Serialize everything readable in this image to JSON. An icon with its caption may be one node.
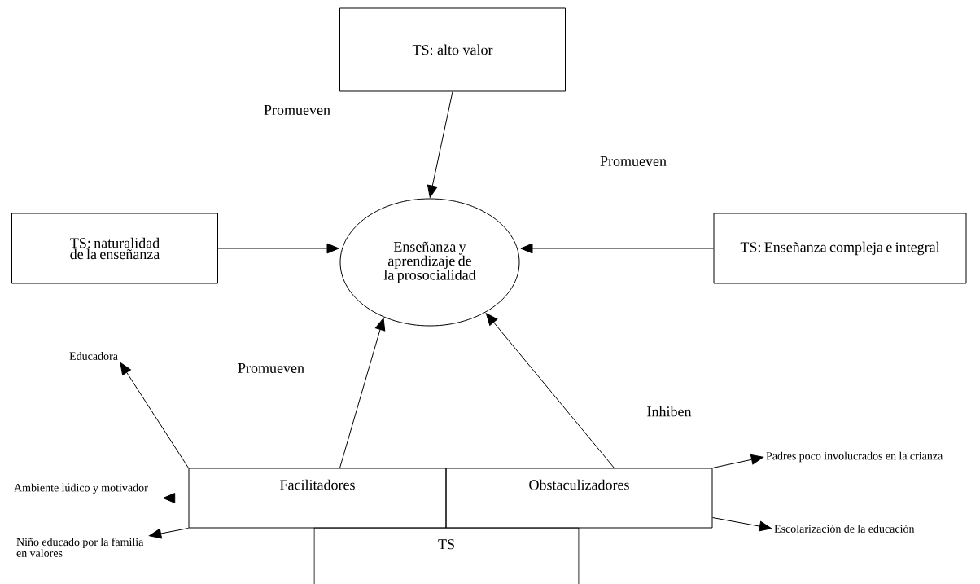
{
  "diagram": {
    "nodes": [
      {
        "text": [
          "TS: alto valor"
        ]
      },
      {
        "text": [
          "Enseñanza y aprendizaje de la prosocialidad"
        ]
      },
      {
        "text": [
          "TS: naturalidad de la enseñanza"
        ]
      },
      {
        "text": [
          "TS: Enseñanza compleja e integral"
        ]
      },
      {
        "text": [
          "Facilitadores"
        ]
      },
      {
        "text": [
          "Obstaculizadores"
        ]
      },
      {
        "text": [
          "TS"
        ]
      },
      {
        "text": [
          "Educadora"
        ]
      },
      {
        "text": [
          "Ambiente lúdico y motivador"
        ]
      },
      {
        "text": [
          "Niño educado por la familia en valores"
        ]
      },
      {
        "text": [
          "Padres poco involucrados en la crianza"
        ]
      },
      {
        "text": [
          "Escolarización de la educación"
        ]
      }
    ],
    "edges": [
      {
        "from": 0,
        "to": 1,
        "arrow": "to"
      },
      {
        "from": 2,
        "to": 1,
        "arrow": "to"
      },
      {
        "from": 3,
        "to": 1,
        "arrow": "to"
      },
      {
        "from": 4,
        "to": 1,
        "arrow": "to"
      },
      {
        "from": 5,
        "to": 1,
        "arrow": "to"
      },
      {
        "from": 4,
        "to": 7,
        "arrow": "to"
      },
      {
        "from": 4,
        "to": 8,
        "arrow": "to"
      },
      {
        "from": 4,
        "to": 9,
        "arrow": "to"
      },
      {
        "from": 5,
        "to": 10,
        "arrow": "to"
      },
      {
        "from": 5,
        "to": 11,
        "arrow": "to"
      }
    ],
    "labels": [
      "Promueven",
      "Promueven",
      "Promueven",
      "Inhiben"
    ]
  }
}
